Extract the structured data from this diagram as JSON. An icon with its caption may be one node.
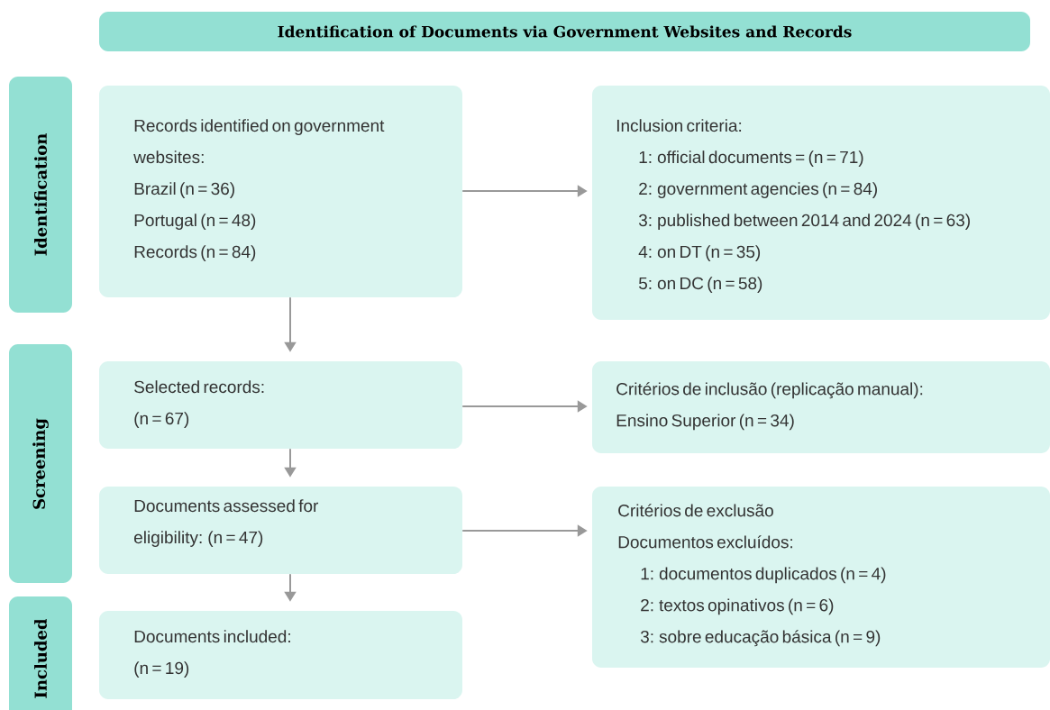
{
  "diagram": {
    "title": "Identification of Documents via Government Websites and Records",
    "nodes": [
      {
        "text": [
          "Identification"
        ]
      },
      {
        "text": [
          "Screening"
        ]
      },
      {
        "text": [
          "Included"
        ]
      },
      {
        "text": [
          "Records identified on government websites:",
          "Brazil (n = 36)",
          "Portugal (n = 48)",
          "Records (n = 84)"
        ]
      },
      {
        "text": [
          "Inclusion criteria:",
          "1: official documents = (n = 71)",
          "2: government agencies (n = 84)",
          "3: published between 2014 and 2024 (n = 63)",
          "4: on DT (n = 35)",
          "5: on DC (n = 58)"
        ]
      },
      {
        "text": [
          "Selected records:",
          "(n = 67)"
        ]
      },
      {
        "text": [
          "Critérios de inclusão (replicação manual):",
          "Ensino Superior (n = 34)"
        ]
      },
      {
        "text": [
          "Documents assessed for eligibility: (n = 47)"
        ]
      },
      {
        "text": [
          "Critérios de exclusão",
          "Documentos excluídos:",
          "1: documentos duplicados (n = 4)",
          "2: textos opinativos (n = 6)",
          "3: sobre educação básica (n = 9)"
        ]
      },
      {
        "text": [
          "Documents included:",
          "(n = 19)"
        ]
      }
    ],
    "edges": [
      {
        "from": 3,
        "to": 4,
        "arrow": "to"
      },
      {
        "from": 3,
        "to": 5,
        "arrow": "to"
      },
      {
        "from": 5,
        "to": 6,
        "arrow": "to"
      },
      {
        "from": 5,
        "to": 7,
        "arrow": "to"
      },
      {
        "from": 7,
        "to": 8,
        "arrow": "to"
      },
      {
        "from": 7,
        "to": 9,
        "arrow": "to"
      }
    ]
  }
}
